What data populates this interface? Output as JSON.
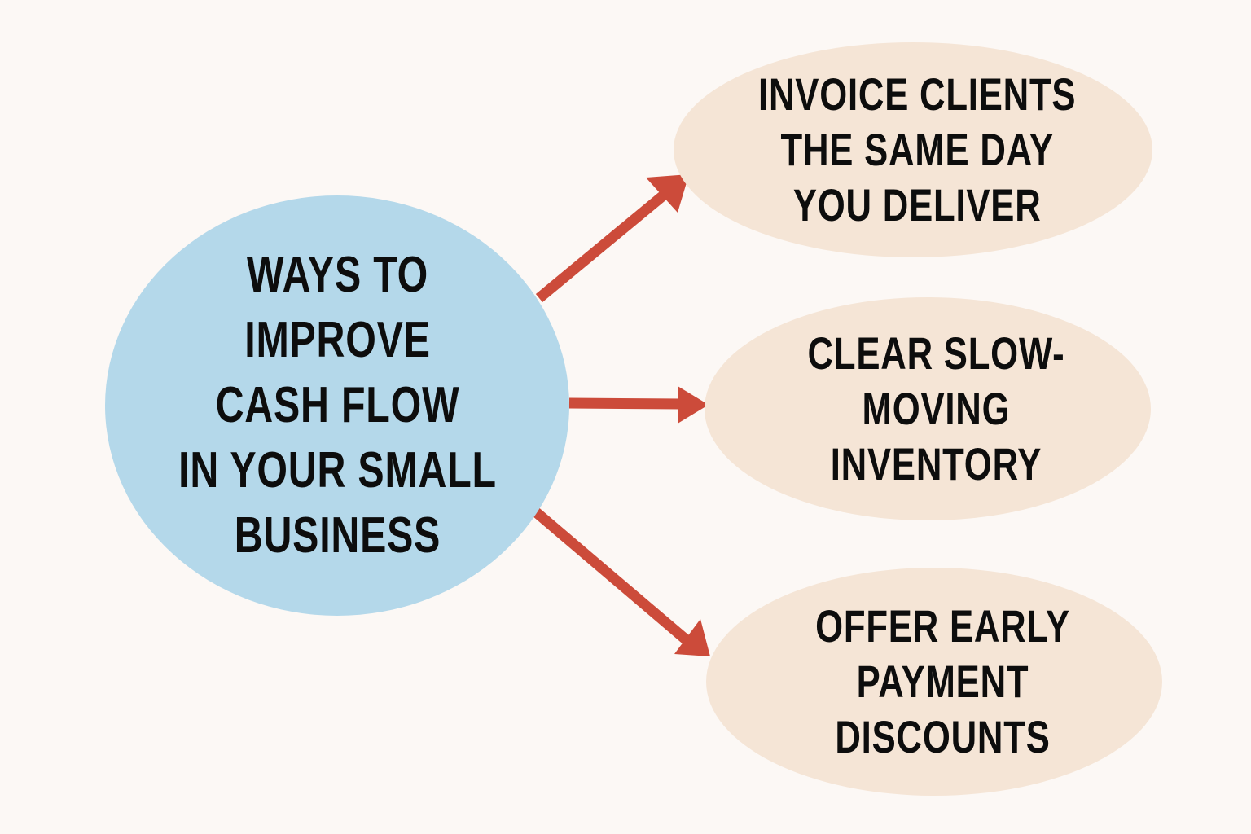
{
  "diagram": {
    "type": "mind-map",
    "colors": {
      "background": "#fcf8f5",
      "center_fill": "#b4d8ea",
      "tip_fill": "#f5e5d6",
      "arrow": "#cc4b3a",
      "text": "#0d0d0d"
    },
    "center": {
      "label": "WAYS TO\nIMPROVE\nCASH FLOW\nIN YOUR SMALL\nBUSINESS"
    },
    "tips": [
      {
        "label": "INVOICE CLIENTS\nTHE SAME DAY\nYOU DELIVER"
      },
      {
        "label": "CLEAR SLOW-\nMOVING\nINVENTORY"
      },
      {
        "label": "OFFER EARLY\nPAYMENT\nDISCOUNTS"
      }
    ],
    "connections": [
      {
        "from": "center",
        "to": "tip-1"
      },
      {
        "from": "center",
        "to": "tip-2"
      },
      {
        "from": "center",
        "to": "tip-3"
      }
    ]
  }
}
